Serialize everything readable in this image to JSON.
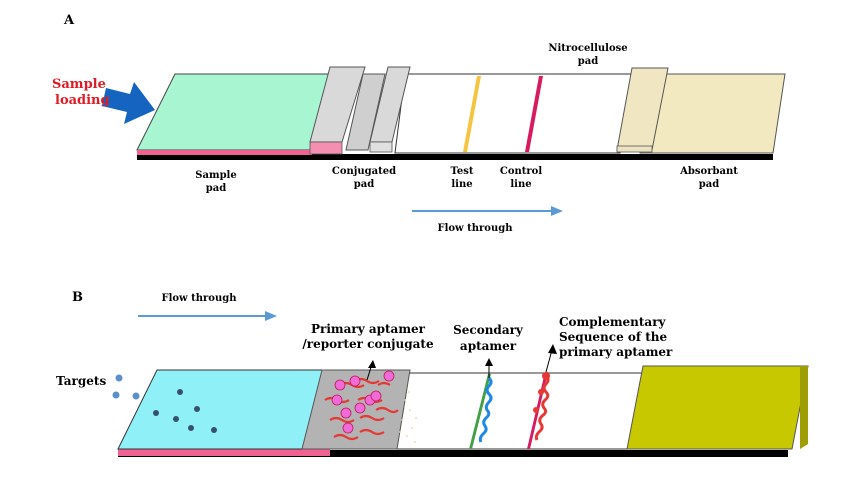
{
  "panel_a": {
    "letter": "A",
    "sample_loading": [
      "Sample",
      "loading"
    ],
    "nitrocellulose": [
      "Nitrocellulose",
      "pad"
    ],
    "sample_pad": [
      "Sample",
      "pad"
    ],
    "conjugated_pad": [
      "Conjugated",
      "pad"
    ],
    "test_line": [
      "Test",
      "line"
    ],
    "control_line": [
      "Control",
      "line"
    ],
    "absorbant_pad": [
      "Absorbant",
      "pad"
    ],
    "flow": "Flow through"
  },
  "panel_b": {
    "letter": "B",
    "flow": "Flow through",
    "targets": "Targets",
    "primary": [
      "Primary aptamer",
      "/reporter conjugate"
    ],
    "secondary": [
      "Secondary",
      "aptamer"
    ],
    "complementary": [
      "Complementary",
      "Sequence of the",
      "primary aptamer"
    ]
  },
  "colors": {
    "sample_pad_a": "#a8f5d2",
    "pink": "#f06292",
    "conj_gray": "#d9d9d9",
    "test_line": "#f5c542",
    "control_line": "#d81b60",
    "absorbant_a": "#f3e9c0",
    "arrow_blue": "#1565c0",
    "flow_arrow": "#5b9bd5",
    "sample_pad_b": "#8ff0f8",
    "conj_b": "#b3b3b3",
    "absorbant_b": "#c8c800",
    "label_red": "#e01b24"
  }
}
